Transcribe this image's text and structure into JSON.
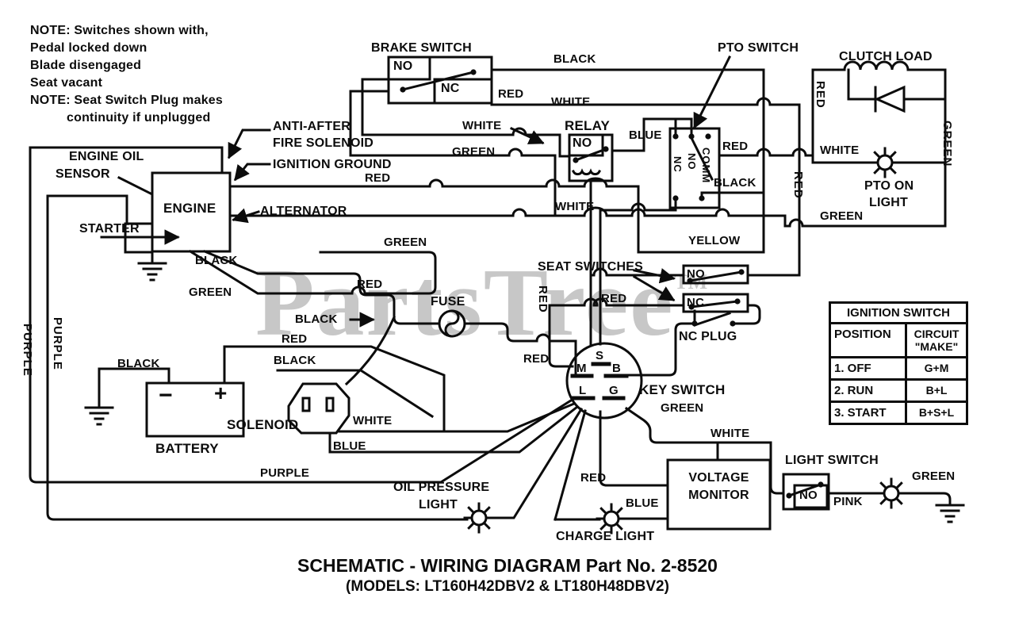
{
  "notes": {
    "l1": "NOTE: Switches shown with,",
    "l2": "Pedal locked down",
    "l3": "Blade disengaged",
    "l4": "Seat vacant",
    "l5": "NOTE: Seat Switch Plug makes",
    "l6": "continuity if unplugged"
  },
  "title": {
    "line1": "SCHEMATIC - WIRING DIAGRAM Part No. 2-8520",
    "line2": "(MODELS: LT160H42DBV2 & LT180H48DBV2)"
  },
  "watermark": {
    "text": "PartsTree",
    "tm": "TM"
  },
  "components": {
    "brake_switch": "BRAKE SWITCH",
    "pto_switch": "PTO SWITCH",
    "clutch_load": "CLUTCH LOAD",
    "relay": "RELAY",
    "anti_after_line1": "ANTI-AFTER",
    "anti_after_line2": "FIRE SOLENOID",
    "ignition_ground": "IGNITION GROUND",
    "engine_oil_line1": "ENGINE OIL",
    "engine_oil_line2": "SENSOR",
    "engine": "ENGINE",
    "starter": "STARTER",
    "alternator": "ALTERNATOR",
    "seat_switches": "SEAT SWITCHES",
    "fuse": "FUSE",
    "nc_plug": "NC PLUG",
    "key_switch": "KEY SWITCH",
    "battery": "BATTERY",
    "solenoid": "SOLENOID",
    "oil_light_line1": "OIL PRESSURE",
    "oil_light_line2": "LIGHT",
    "charge_light": "CHARGE LIGHT",
    "voltage_monitor_line1": "VOLTAGE",
    "voltage_monitor_line2": "MONITOR",
    "light_switch": "LIGHT SWITCH",
    "pto_on_light_line1": "PTO ON",
    "pto_on_light_line2": "LIGHT"
  },
  "contacts": {
    "brake_no": "NO",
    "brake_nc": "NC",
    "relay_no": "NO",
    "seat_no": "NO",
    "seat_nc": "NC",
    "light_no": "NO",
    "pto_nc": "NC",
    "pto_no": "NO",
    "pto_comm": "COMM"
  },
  "key_terminals": {
    "s": "S",
    "m": "M",
    "b": "B",
    "l": "L",
    "g": "G"
  },
  "battery_terminals": {
    "minus": "−",
    "plus": "+"
  },
  "wire_labels": {
    "black_top": "BLACK",
    "red_top": "RED",
    "white_top": "WHITE",
    "white_relay": "WHITE",
    "blue_pto": "BLUE",
    "green_relay": "GREEN",
    "red_pto": "RED",
    "red_clutch_vert": "RED",
    "white_pto_light": "WHITE",
    "black_pto": "BLACK",
    "green_clutch_vert": "GREEN",
    "red_ignition": "RED",
    "white_bus": "WHITE",
    "green_bus": "GREEN",
    "green_engine_upper": "GREEN",
    "yellow_seat": "YELLOW",
    "black_engine": "BLACK",
    "green_engine_lower": "GREEN",
    "red_seat_vert": "RED",
    "red_seat_nc": "RED",
    "red_fuse_feed": "RED",
    "black_fuse_feed": "BLACK",
    "red_battery": "RED",
    "black_battery_feed": "BLACK",
    "black_battery_ground": "BLACK",
    "red_key": "RED",
    "green_key": "GREEN",
    "white_key": "WHITE",
    "white_solenoid": "WHITE",
    "blue_solenoid": "BLUE",
    "purple_left_outer": "PURPLE",
    "purple_left_inner": "PURPLE",
    "purple_bottom": "PURPLE",
    "red_monitor": "RED",
    "blue_monitor": "BLUE",
    "pink_light": "PINK",
    "green_light_ground": "GREEN"
  },
  "ignition_table": {
    "title": "IGNITION SWITCH",
    "col_position": "POSITION",
    "col_circuit": "CIRCUIT \"MAKE\"",
    "rows": [
      {
        "position": "1. OFF",
        "circuit": "G+M"
      },
      {
        "position": "2. RUN",
        "circuit": "B+L"
      },
      {
        "position": "3. START",
        "circuit": "B+S+L"
      }
    ]
  }
}
